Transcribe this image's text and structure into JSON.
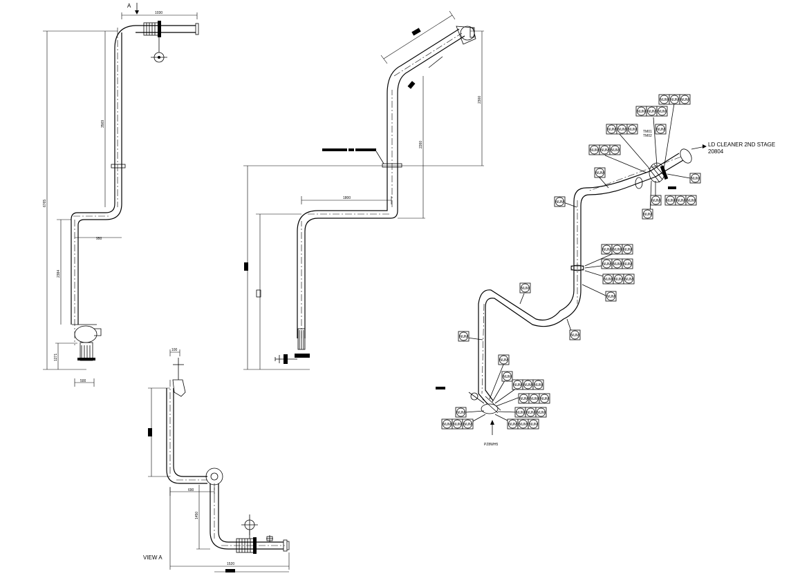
{
  "labels": {
    "view_marker": "A",
    "view_title": "VIEW A",
    "destination_line1": "LD CLEANER 2ND STAGE",
    "destination_line2": "20804",
    "tag_a": "TM01",
    "tag_b": "TM02",
    "source_tag": "PZ8WH5"
  },
  "dimensions": {
    "v1_top": "1030",
    "v1_total": "6765",
    "v1_upper": "3569",
    "v1_offset": "950",
    "v1_lower": "2384",
    "v1_bottom": "1271",
    "v1_base": "500",
    "v2_run": "1800",
    "v2_rise": "2300",
    "v2_mid": "2260",
    "v3_top": "100",
    "v3_offset": "690",
    "v3_drop": "1450",
    "v3_run": "1520"
  },
  "callout_text": "NUM",
  "colors": {
    "line": "#000000",
    "background": "#ffffff"
  }
}
